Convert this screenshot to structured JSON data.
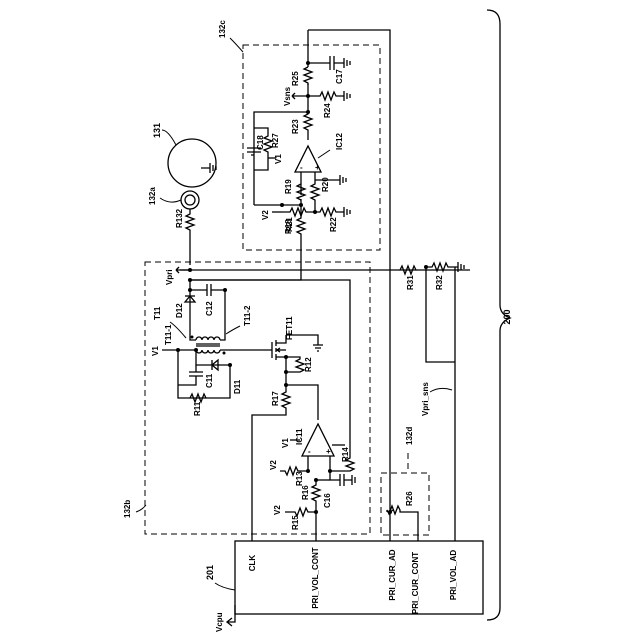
{
  "blocks": {
    "b132c": "132c",
    "b132b": "132b",
    "b132d": "132d",
    "b200": "200",
    "b201": "201",
    "b131": "131",
    "b132a": "132a"
  },
  "mcu_pins": {
    "clk": "CLK",
    "pri_vol_cont": "PRI_VOL_CONT",
    "pri_cur_ad": "PRI_CUR_AD",
    "pri_cur_cont": "PRI_CUR_CONT",
    "pri_vol_ad": "PRI_VOL_AD"
  },
  "nets": {
    "vcpu": "Vcpu",
    "vsns": "Vsns",
    "vpri": "Vpri",
    "vpri_sns": "Vpri_sns",
    "v1a": "V1",
    "v1b": "V1",
    "v1c": "V1",
    "v2a": "V2",
    "v2b": "V2",
    "v2c": "V2"
  },
  "components": {
    "r11": "R11",
    "r12": "R12",
    "r13": "R13",
    "r14": "R14",
    "r15": "R15",
    "r16": "R16",
    "r17": "R17",
    "r18": "R18",
    "r19": "R19",
    "r20": "R20",
    "r21": "R21",
    "r22": "R22",
    "r23": "R23",
    "r24": "R24",
    "r25": "R25",
    "r26": "R26",
    "r27": "R27",
    "r31": "R31",
    "r32": "R32",
    "r132": "R132",
    "c11": "C11",
    "c12": "C12",
    "c16": "C16",
    "c17": "C17",
    "c18": "C18",
    "d11": "D11",
    "d12": "D12",
    "ic11": "IC11",
    "ic12": "IC12",
    "fet11": "FET11",
    "t11": "T11",
    "t11_1": "T11-1",
    "t11_2": "T11-2"
  }
}
